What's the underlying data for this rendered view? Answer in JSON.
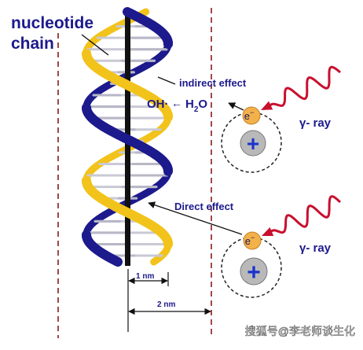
{
  "title_line1": "nucleotide",
  "title_line2": "chain",
  "indirect_effect": "indirect effect",
  "oh_radical": "OH·",
  "arrow_left": "←",
  "water_h": "H",
  "water_sub": "2",
  "water_o": "O",
  "direct_effect": "Direct effect",
  "electron": "e",
  "electron_sup": "−",
  "nucleus": "+",
  "gamma_ray_top": "γ- ray",
  "gamma_ray_bottom": "γ- ray",
  "scale_1nm": "1 nm",
  "scale_2nm": "2 nm",
  "watermark": "搜狐号@李老师谈生化",
  "colors": {
    "navy": "#1c1a8c",
    "gold": "#f2c31b",
    "dashed": "#8b1a1a",
    "wave": "#c8102e",
    "electron": "#f3b14a",
    "nucleus_fill": "#b9b9b9",
    "nucleus_plus": "#1a33cc"
  }
}
